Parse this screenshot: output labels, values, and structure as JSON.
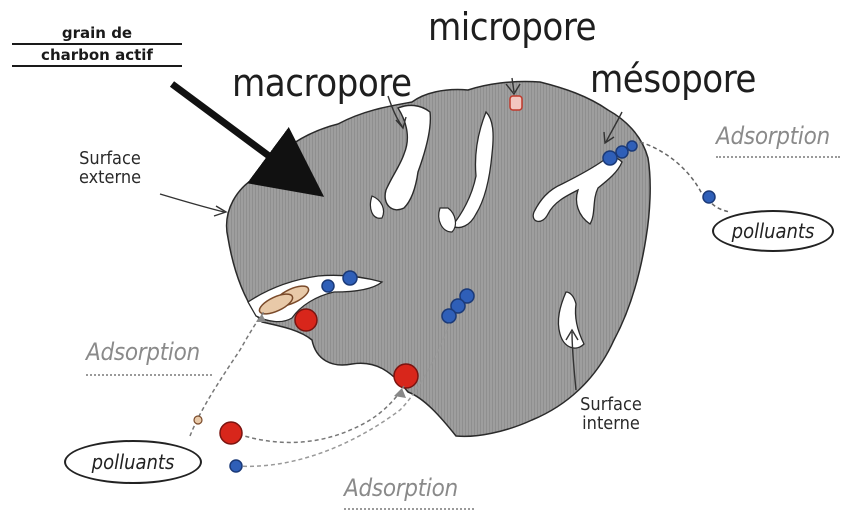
{
  "labels": {
    "grain_line1": "grain de",
    "grain_line2": "charbon actif",
    "macropore": "macropore",
    "micropore": "micropore",
    "mesopore": "mésopore",
    "surface_externe_1": "Surface",
    "surface_externe_2": "externe",
    "surface_interne_1": "Surface",
    "surface_interne_2": "interne",
    "adsorption_right": "Adsorption",
    "adsorption_left": "Adsorption",
    "adsorption_bottom": "Adsorption",
    "polluants_right": "polluants",
    "polluants_left": "polluants"
  },
  "colors": {
    "grain": "#9c9c9c",
    "outline": "#2a2a2a",
    "pollutant_red": "#d8261b",
    "pollutant_blue": "#2f5fb8",
    "adsorption_text": "#8a8a8a"
  }
}
